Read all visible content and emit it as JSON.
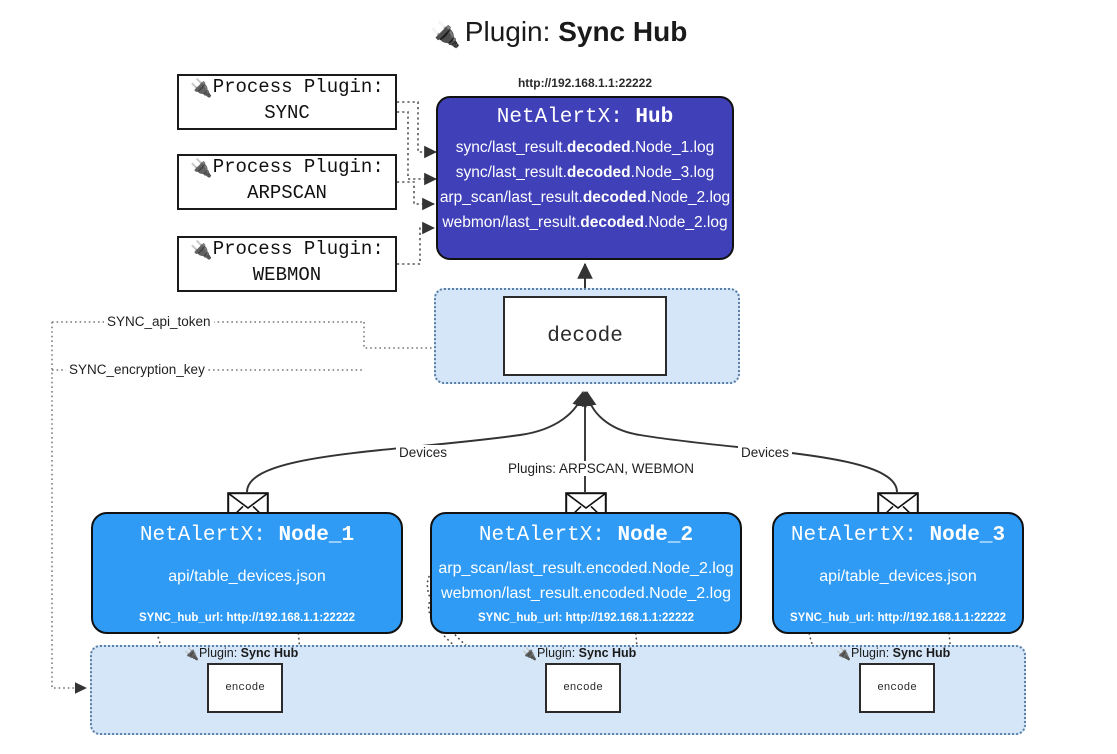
{
  "title": {
    "icon": "plug-icon",
    "prefix": "Plugin: ",
    "name": "Sync Hub"
  },
  "process_plugins": [
    {
      "icon": "plug-icon",
      "line1": "Process Plugin:",
      "line2": "SYNC"
    },
    {
      "icon": "plug-icon",
      "line1": "Process Plugin:",
      "line2": "ARPSCAN"
    },
    {
      "icon": "plug-icon",
      "line1": "Process Plugin:",
      "line2": "WEBMON"
    }
  ],
  "hub": {
    "url": "http://192.168.1.1:22222",
    "title_prefix": "NetAlertX: ",
    "title_name": "Hub",
    "logs": [
      {
        "pre": "sync/last_result.",
        "mid": "decoded",
        "post": ".Node_1.log"
      },
      {
        "pre": "sync/last_result.",
        "mid": "decoded",
        "post": ".Node_3.log"
      },
      {
        "pre": "arp_scan/last_result.",
        "mid": "decoded",
        "post": ".Node_2.log"
      },
      {
        "pre": "webmon/last_result.",
        "mid": "decoded",
        "post": ".Node_2.log"
      }
    ]
  },
  "decode": {
    "label": "decode"
  },
  "secrets": [
    {
      "label": "SYNC_api_token"
    },
    {
      "label": "SYNC_encryption_key"
    }
  ],
  "edge_labels": {
    "devices_left": "Devices",
    "devices_right": "Devices",
    "plugins_center": "Plugins: ARPSCAN, WEBMON"
  },
  "nodes": [
    {
      "title_prefix": "NetAlertX: ",
      "title_name": "Node_1",
      "lines": [
        "api/table_devices.json"
      ],
      "footer": "SYNC_hub_url: http://192.168.1.1:22222",
      "icon": "envelope-icon"
    },
    {
      "title_prefix": "NetAlertX: ",
      "title_name": "Node_2",
      "lines": [
        "arp_scan/last_result.encoded.Node_2.log",
        "webmon/last_result.encoded.Node_2.log"
      ],
      "footer": "SYNC_hub_url: http://192.168.1.1:22222",
      "icon": "envelope-icon"
    },
    {
      "title_prefix": "NetAlertX: ",
      "title_name": "Node_3",
      "lines": [
        "api/table_devices.json"
      ],
      "footer": "SYNC_hub_url: http://192.168.1.1:22222",
      "icon": "envelope-icon"
    }
  ],
  "encoders": [
    {
      "caption_prefix": "Plugin: ",
      "caption_name": "Sync Hub",
      "label": "encode",
      "icon": "plug-icon"
    },
    {
      "caption_prefix": "Plugin: ",
      "caption_name": "Sync Hub",
      "label": "encode",
      "icon": "plug-icon"
    },
    {
      "caption_prefix": "Plugin: ",
      "caption_name": "Sync Hub",
      "label": "encode",
      "icon": "plug-icon"
    }
  ],
  "colors": {
    "hub_fill": "#4040b8",
    "node_fill": "#2f9bf5",
    "container_fill": "#d4e6f8",
    "stroke": "#2b2b2b"
  }
}
